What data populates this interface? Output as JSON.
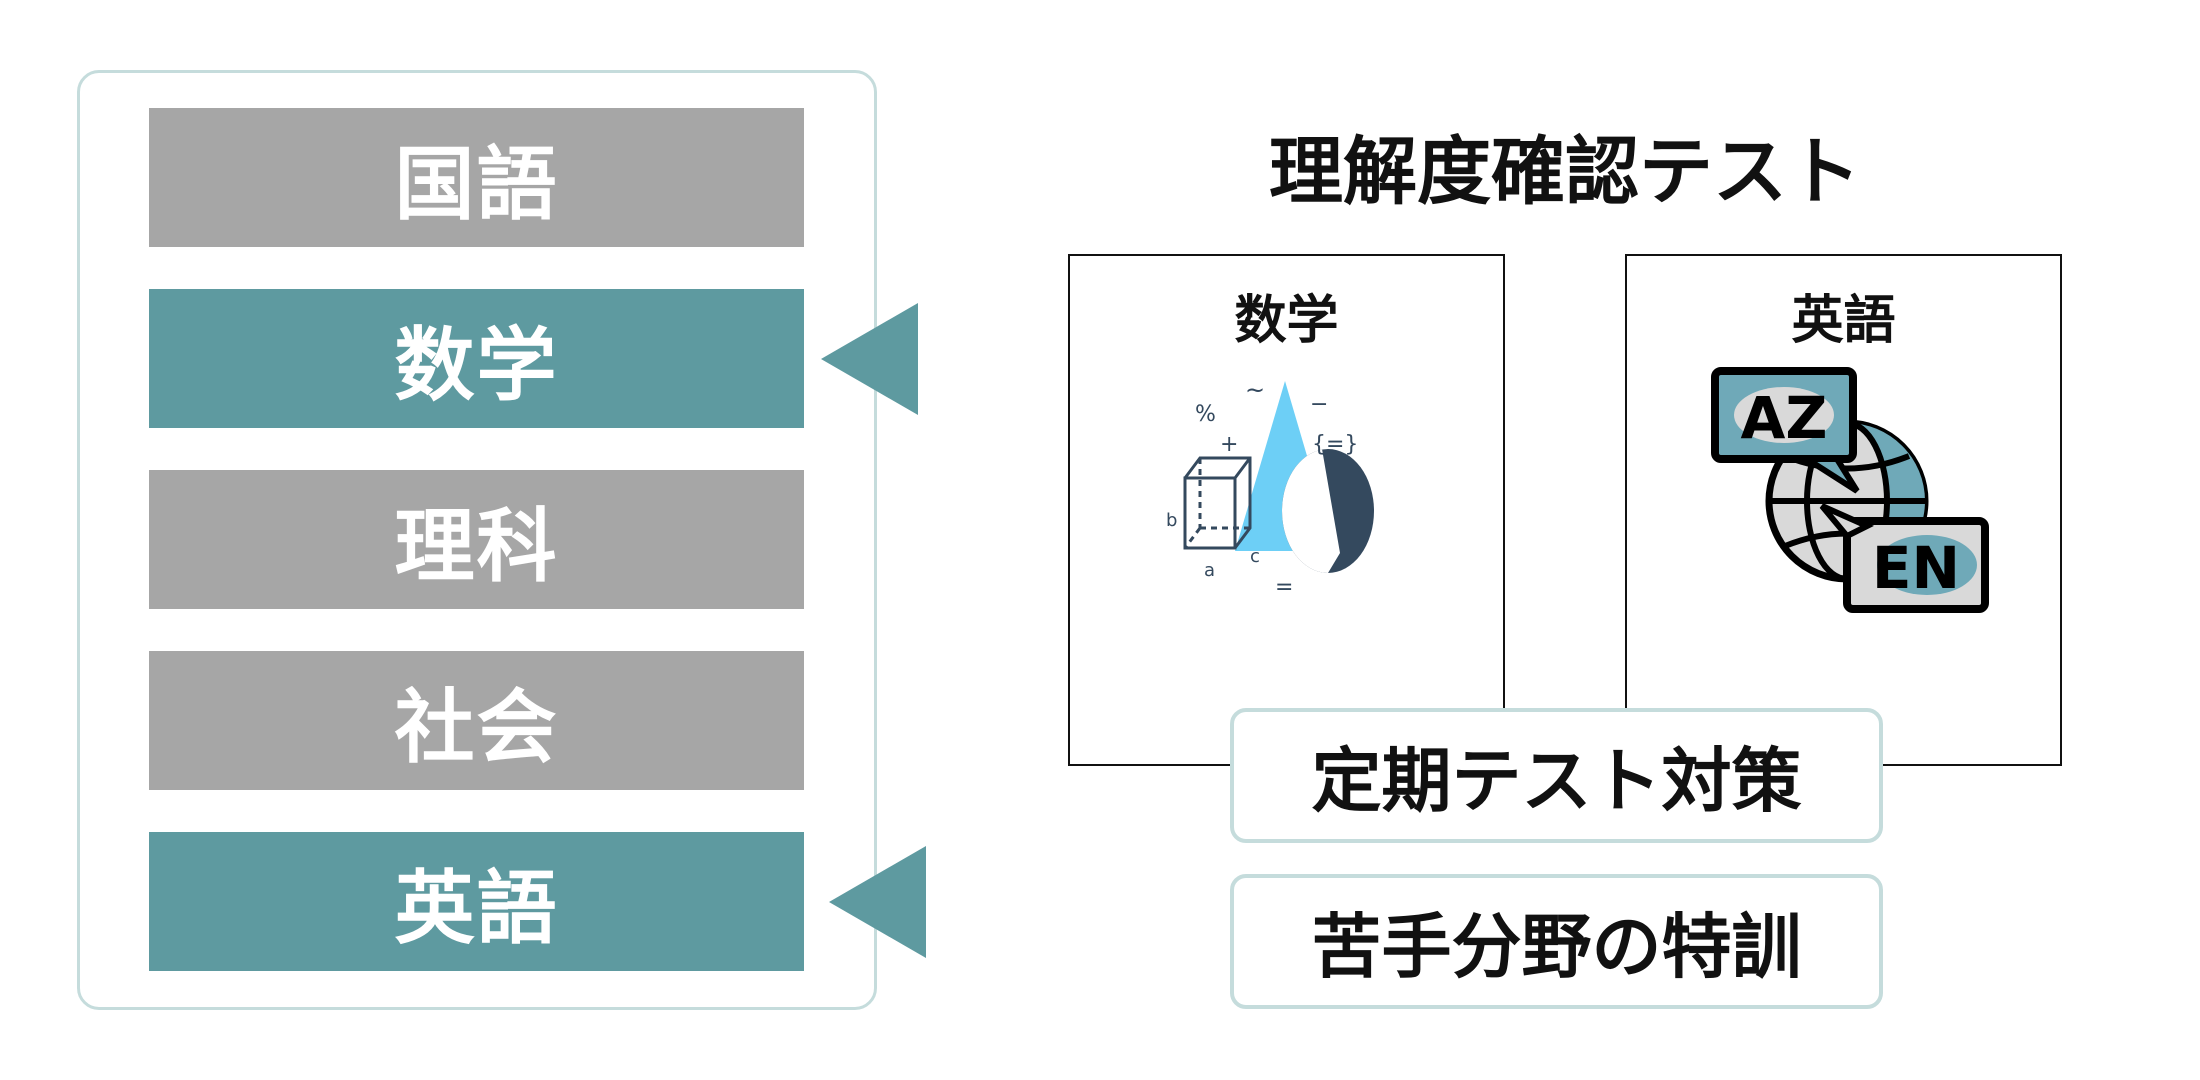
{
  "subjects": [
    {
      "label": "国語",
      "highlighted": false
    },
    {
      "label": "数学",
      "highlighted": true
    },
    {
      "label": "理科",
      "highlighted": false
    },
    {
      "label": "社会",
      "highlighted": false
    },
    {
      "label": "英語",
      "highlighted": true
    }
  ],
  "title": "理解度確認テスト",
  "cards": [
    {
      "label": "数学",
      "icon": "math-shapes-icon",
      "symbols": {
        "percent": "%",
        "tilde": "~",
        "minus": "−",
        "plus": "+",
        "braces": "{=}",
        "a": "a",
        "b": "b",
        "c": "c",
        "equals": "="
      }
    },
    {
      "label": "英語",
      "icon": "translation-globe-icon",
      "bubble_top": "AZ",
      "bubble_bottom": "EN"
    }
  ],
  "pills": [
    "定期テスト対策",
    "苦手分野の特訓"
  ],
  "colors": {
    "teal": "#5e9aa0",
    "gray": "#a6a6a6",
    "border": "#c5dcdc",
    "sky": "#6dcff6",
    "navy": "#34495e"
  }
}
